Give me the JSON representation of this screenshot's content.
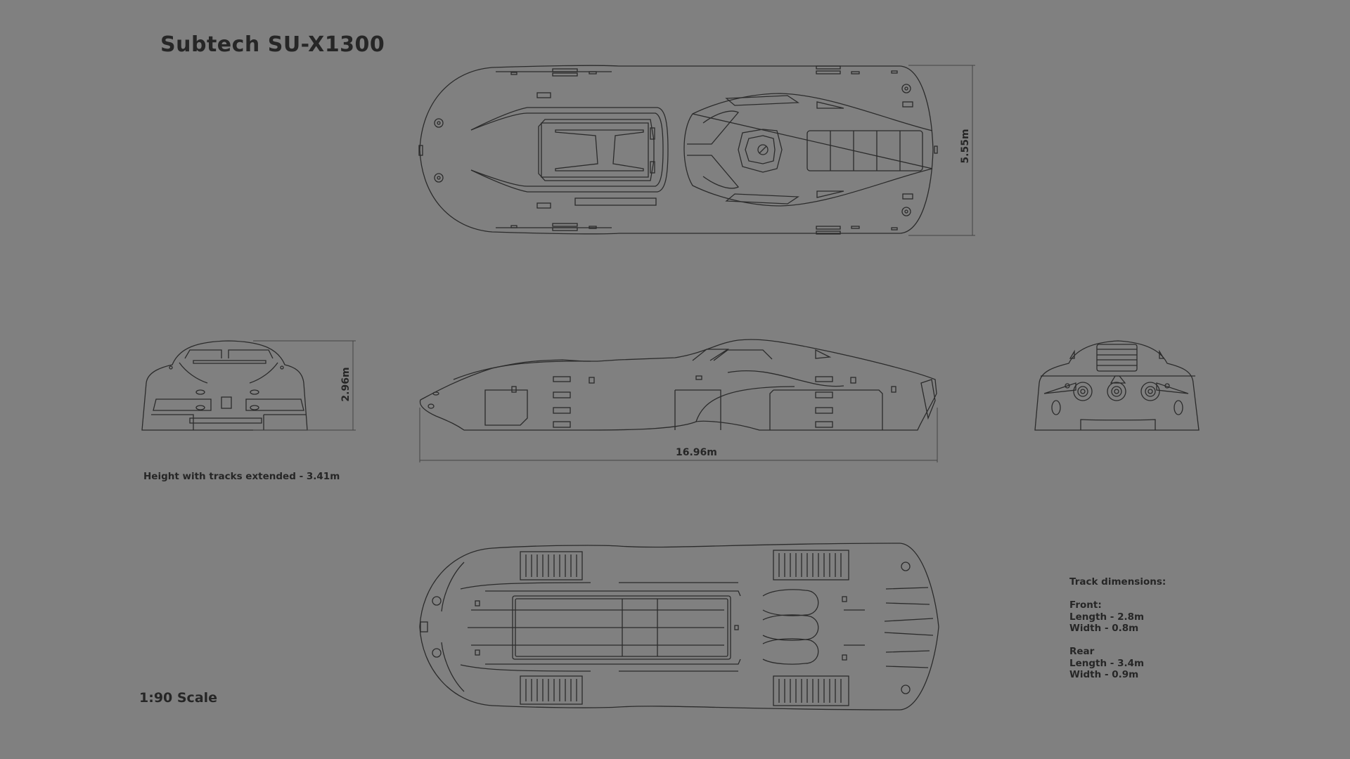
{
  "title": "Subtech SU-X1300",
  "scale": "1:90 Scale",
  "height_note": "Height with tracks extended - 3.41m",
  "dimensions": {
    "width": "5.55m",
    "height": "2.96m",
    "length": "16.96m"
  },
  "views": [
    "top-view",
    "front-view",
    "side-view",
    "rear-view",
    "bottom-view"
  ],
  "track_dimensions": {
    "heading": "Track dimensions:",
    "front": {
      "label": "Front:",
      "length": "Length - 2.8m",
      "width": "Width - 0.8m"
    },
    "rear": {
      "label": "Rear",
      "length": "Length - 3.4m",
      "width": "Width - 0.9m"
    }
  },
  "colors": {
    "background": "#808080",
    "line": "#2b2b2b",
    "text": "#262626"
  }
}
